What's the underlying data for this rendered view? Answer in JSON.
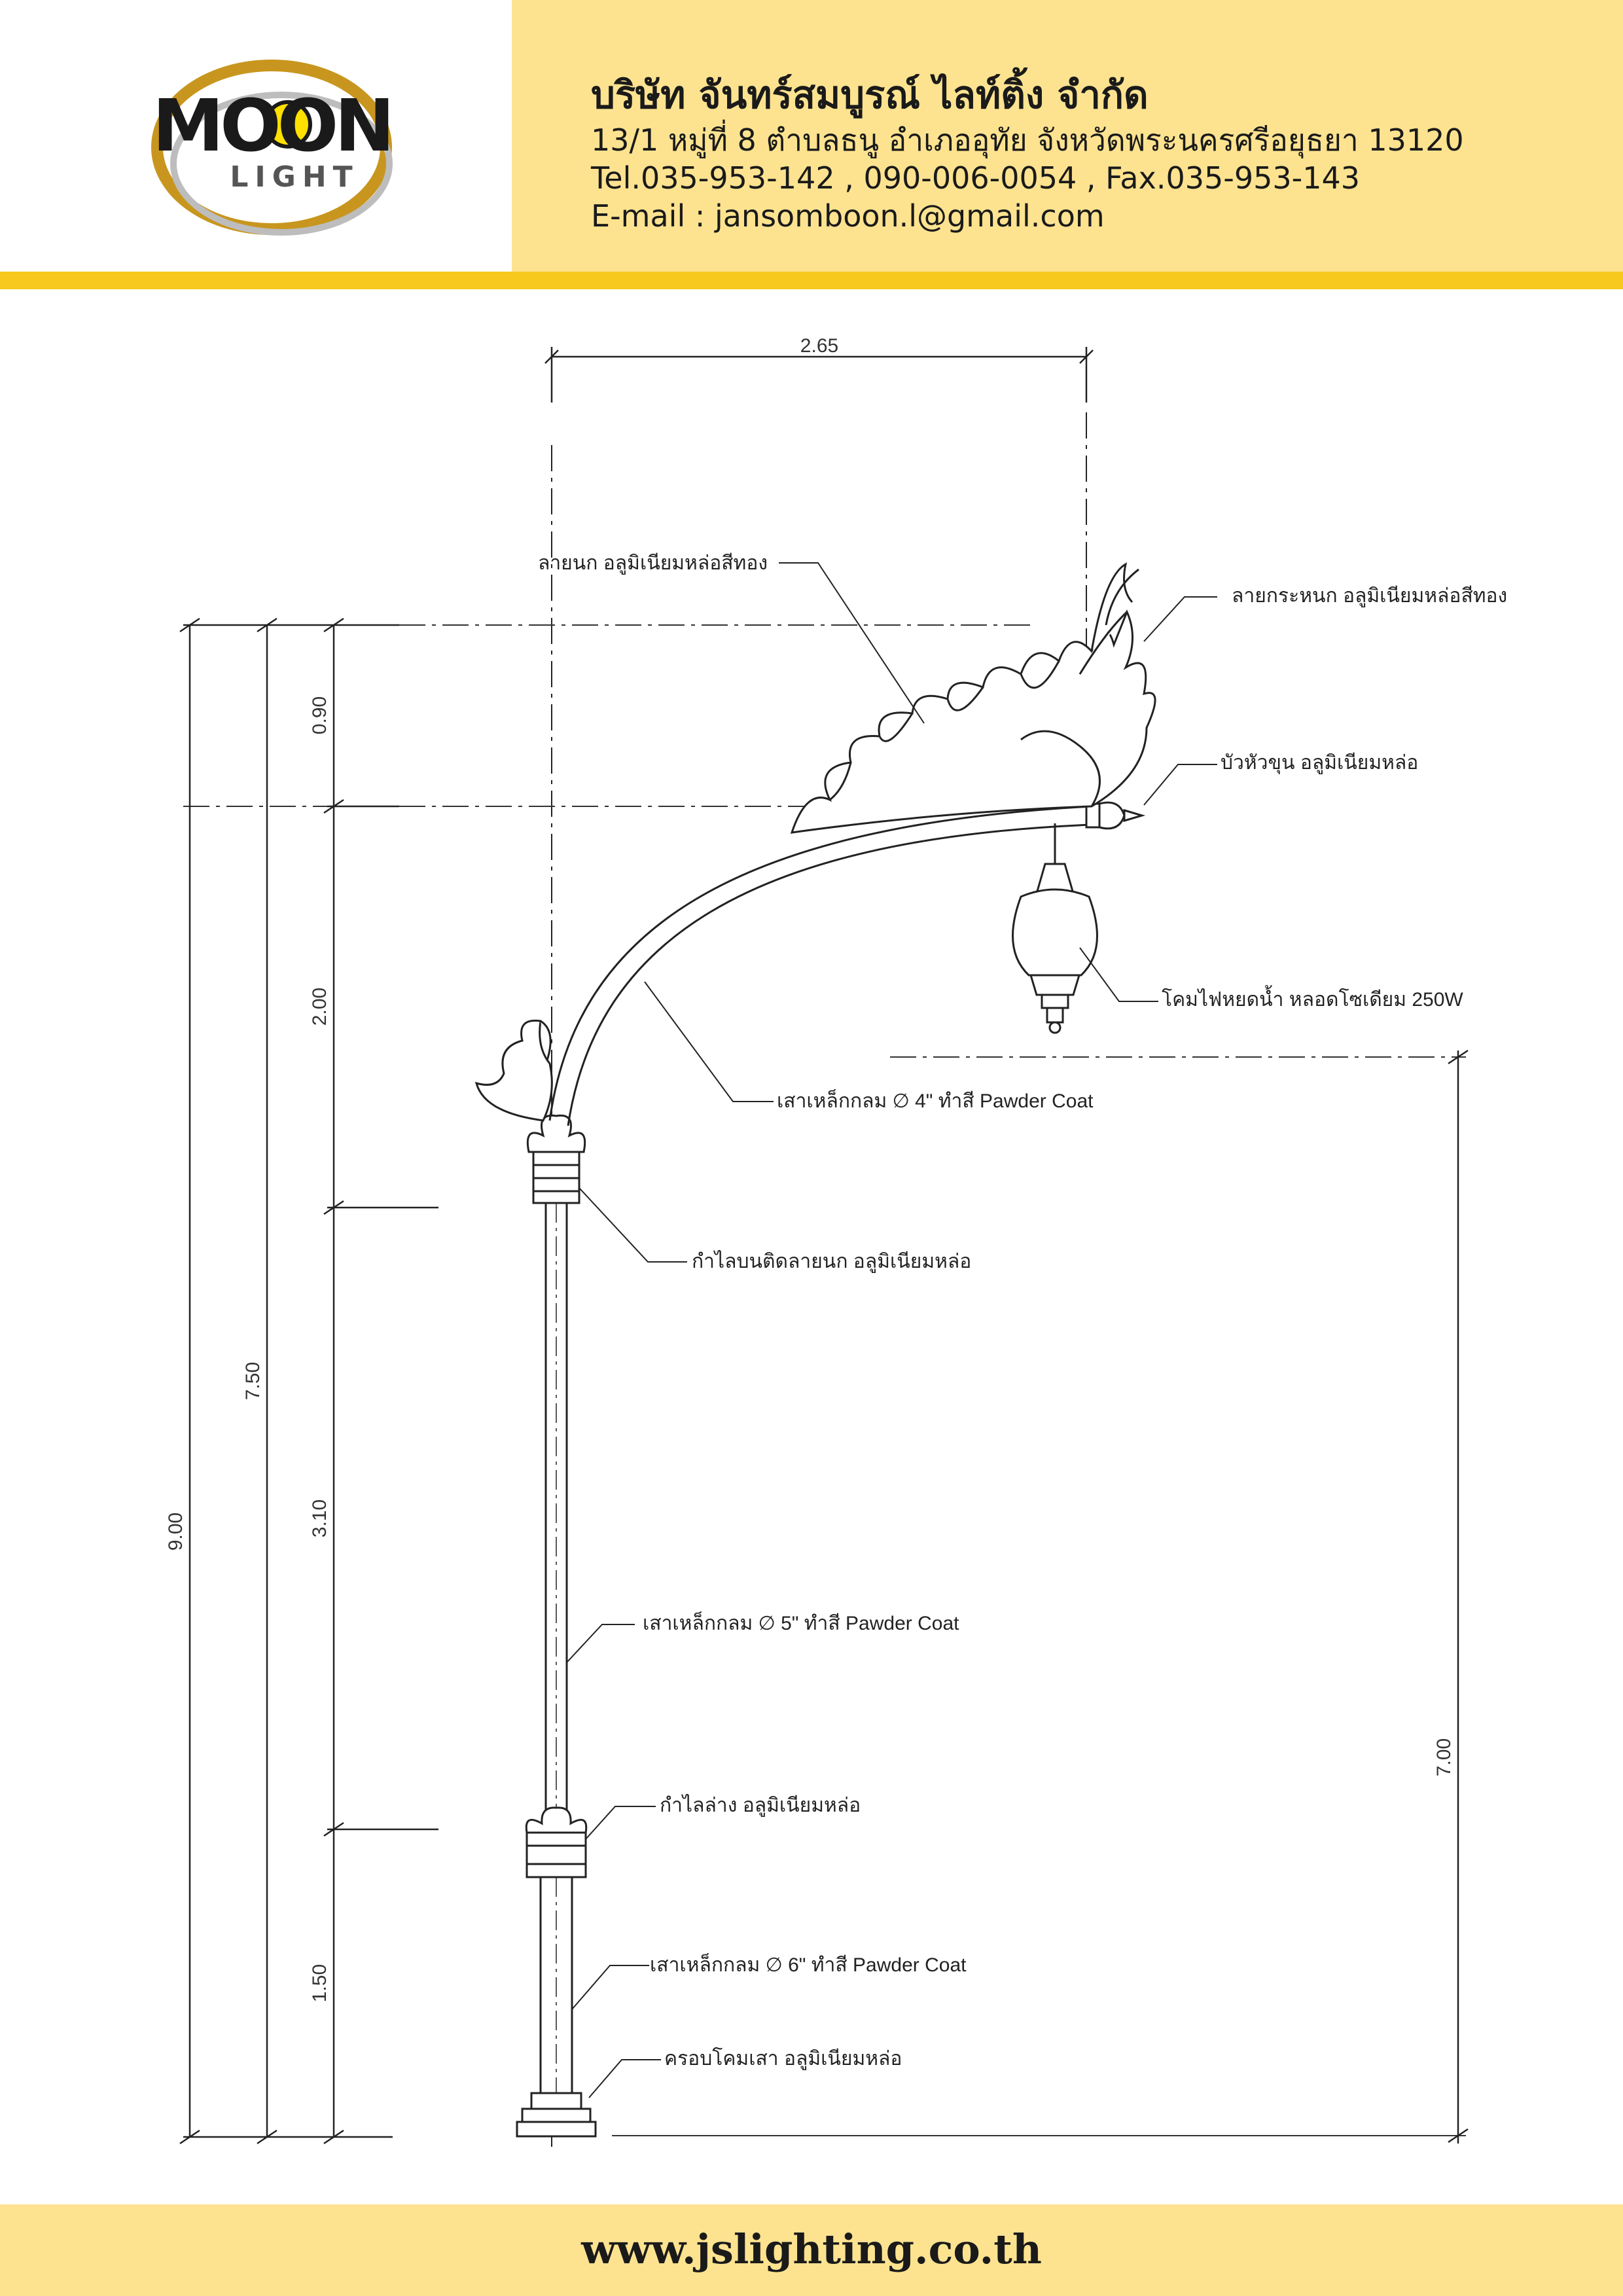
{
  "logo": {
    "word_top": "MOON",
    "word_bottom": "LIGHT"
  },
  "company": {
    "name": "บริษัท จันทร์สมบูรณ์ ไลท์ติ้ง จำกัด",
    "address": "13/1 หมู่ที่ 8 ตำบลธนู อำเภออุทัย จังหวัดพระนครศรีอยุธยา 13120",
    "phone": "Tel.035-953-142 , 090-006-0054 , Fax.035-953-143",
    "email": "E-mail : jansomboon.l@gmail.com"
  },
  "dimensions": {
    "top_width": "2.65",
    "total_height": "9.00",
    "arm_height": "7.50",
    "seg_top": "0.90",
    "seg_arm": "2.00",
    "seg_middle": "3.10",
    "seg_base": "1.50",
    "lamp_height": "7.00"
  },
  "callouts": {
    "bird_pattern": "ลายนก อลูมิเนียมหล่อสีทอง",
    "flame_pattern": "ลายกระหนก อลูมิเนียมหล่อสีทอง",
    "lotus_bud": "บัวหัวขุน อลูมิเนียมหล่อ",
    "lamp": "โคมไฟหยดน้ำ หลอดโซเดียม 250W",
    "pole_4": "เสาเหล็กกลม ∅ 4\" ทำสี Pawder Coat",
    "upper_collar": "กำไลบนติดลายนก อลูมิเนียมหล่อ",
    "pole_5": "เสาเหล็กกลม ∅ 5\" ทำสี Pawder Coat",
    "lower_collar": "กำไลล่าง อลูมิเนียมหล่อ",
    "pole_6": "เสาเหล็กกลม ∅ 6\" ทำสี Pawder Coat",
    "base_cover": "ครอบโคมเสา อลูมิเนียมหล่อ"
  },
  "footer": {
    "website": "www.jslighting.co.th"
  },
  "colors": {
    "header_band": "#fde390",
    "header_stripe": "#f7c81e",
    "logo_gold": "#c8961e",
    "logo_yellow": "#ffe000",
    "line": "#222222"
  }
}
